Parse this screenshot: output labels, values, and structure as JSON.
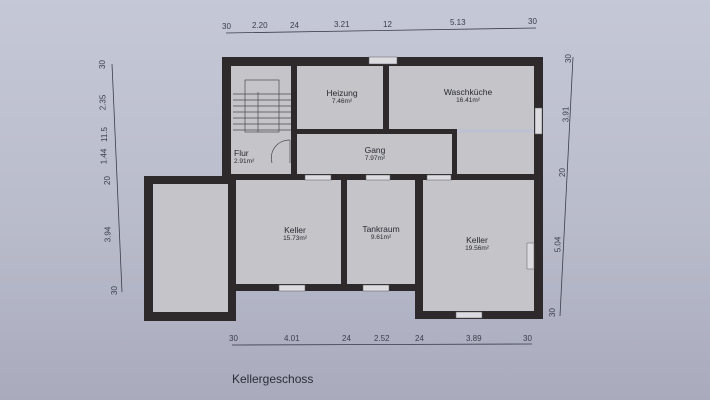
{
  "plan": {
    "title": "Kellergeschoss",
    "colors": {
      "wall": "#2e2a2b",
      "floor": "#c4c4c9",
      "paper": "#bfc2d1",
      "window": "#d8d8dc"
    },
    "rooms": [
      {
        "name": "Heizung",
        "area": "7.46m²"
      },
      {
        "name": "Waschküche",
        "area": "16.41m²"
      },
      {
        "name": "Flur",
        "area": "2.91m²"
      },
      {
        "name": "Gang",
        "area": "7.97m²"
      },
      {
        "name": "Keller",
        "area": "15.73m²"
      },
      {
        "name": "Tankraum",
        "area": "9.61m²"
      },
      {
        "name": "Keller",
        "area": "19.56m²"
      }
    ],
    "dimensions": {
      "top": [
        "30",
        "2.20",
        "24",
        "3.21",
        "12",
        "5.13",
        "30"
      ],
      "bottom": [
        "30",
        "4.01",
        "24",
        "2.52",
        "24",
        "3.89",
        "30"
      ],
      "left": [
        "30",
        "2.35",
        "11.5",
        "1.44",
        "20",
        "3.94",
        "30"
      ],
      "right": [
        "30",
        "3.91",
        "20",
        "5.04",
        "30"
      ]
    }
  }
}
